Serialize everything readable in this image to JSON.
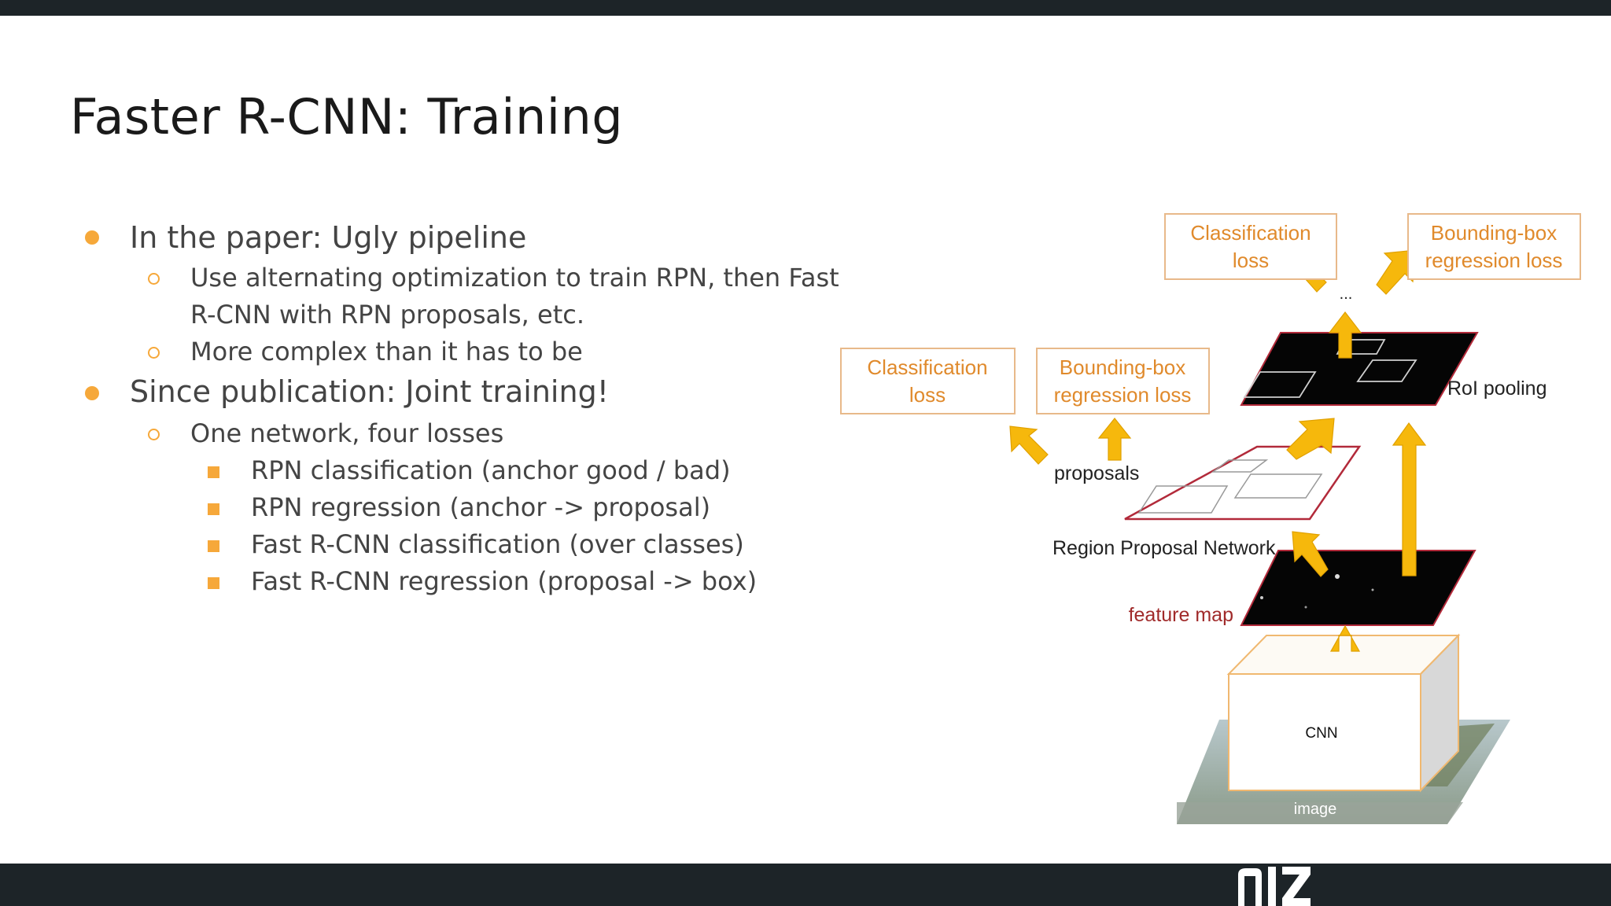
{
  "slide": {
    "title": "Faster R-CNN: Training",
    "bullets": {
      "b1": "In the paper: Ugly pipeline",
      "b1_sub1_line1": "Use alternating optimization to train RPN, then Fast",
      "b1_sub1_line2": "R-CNN with RPN proposals, etc.",
      "b1_sub2": "More complex than it has to be",
      "b2": "Since publication: Joint training!",
      "b2_sub1": "One network, four losses",
      "losses": [
        "RPN classification (anchor good / bad)",
        "RPN regression (anchor -> proposal)",
        "Fast R-CNN classification (over classes)",
        "Fast R-CNN regression (proposal -> box)"
      ]
    }
  },
  "diagram": {
    "rpn_cls_loss_line1": "Classification",
    "rpn_cls_loss_line2": "loss",
    "rpn_reg_loss_line1": "Bounding-box",
    "rpn_reg_loss_line2": "regression loss",
    "frcnn_cls_loss_line1": "Classification",
    "frcnn_cls_loss_line2": "loss",
    "frcnn_reg_loss_line1": "Bounding-box",
    "frcnn_reg_loss_line2": "regression loss",
    "ellipsis": "...",
    "roi_pooling_label": "RoI pooling",
    "proposals_label": "proposals",
    "rpn_label": "Region Proposal Network",
    "feature_map_label": "feature map",
    "cnn_label": "CNN",
    "image_label": "image"
  },
  "colors": {
    "accent": "#f6a83a",
    "arrow": "#f6b80c",
    "loss_text": "#e08a2c",
    "feature_map_text": "#a02a2a",
    "bar": "#1d2428"
  }
}
